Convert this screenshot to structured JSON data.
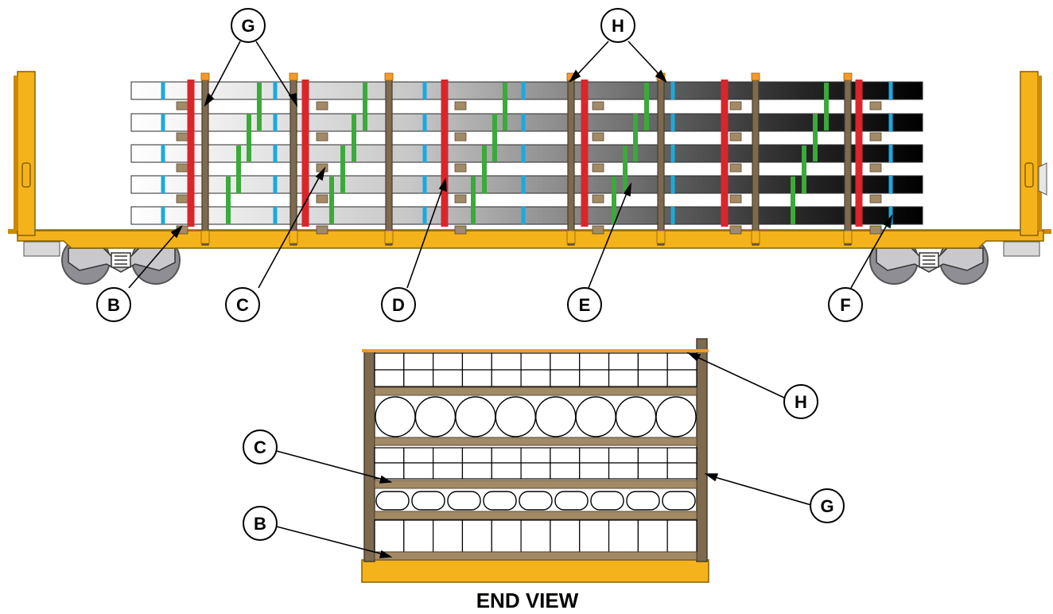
{
  "side_view_callouts": [
    {
      "id": "g",
      "label": "G"
    },
    {
      "id": "h",
      "label": "H"
    },
    {
      "id": "b",
      "label": "B"
    },
    {
      "id": "c",
      "label": "C"
    },
    {
      "id": "d",
      "label": "D"
    },
    {
      "id": "e",
      "label": "E"
    },
    {
      "id": "f",
      "label": "F"
    }
  ],
  "end_view_callouts": [
    {
      "id": "h",
      "label": "H"
    },
    {
      "id": "c",
      "label": "C"
    },
    {
      "id": "g",
      "label": "G"
    },
    {
      "id": "b",
      "label": "B"
    }
  ],
  "end_view_title": "END VIEW",
  "colors": {
    "car_yellow": "#f5b31b",
    "car_yellow_dark": "#c98a00",
    "stake": "#7d6a4f",
    "stake_dark": "#4a3d2b",
    "dunnage": "#a38a66",
    "band_orange": "#f59a2a",
    "strap_red": "#d9262b",
    "strap_green": "#3aaa3a",
    "strap_blue": "#1aa9e0",
    "truck_gray": "#8e8e94"
  }
}
